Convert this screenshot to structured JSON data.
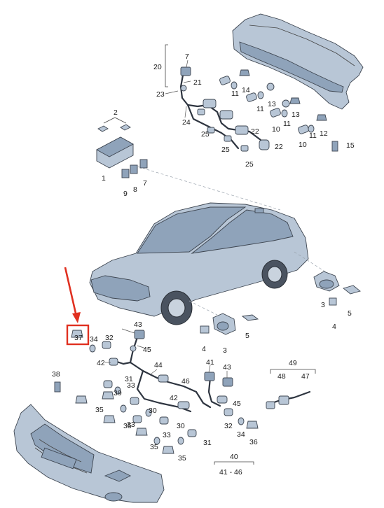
{
  "diagram": {
    "highlight_color": "#e03020",
    "highlighted_label": "37",
    "labels": {
      "l20": "20",
      "l7a": "7",
      "l21": "21",
      "l23": "23",
      "l24": "24",
      "l25a": "25",
      "l25b": "25",
      "l25c": "25",
      "l22a": "22",
      "l22b": "22",
      "l11a": "11",
      "l14": "14",
      "l13a": "13",
      "l11b": "11",
      "l13b": "13",
      "l11c": "11",
      "l10a": "10",
      "l11d": "11",
      "l12": "12",
      "l10b": "10",
      "l15": "15",
      "l2": "2",
      "l1": "1",
      "l9": "9",
      "l8": "8",
      "l7b": "7",
      "l3a": "3",
      "l4a": "4",
      "l5a": "5",
      "l43": "43",
      "l37": "37",
      "l34a": "34",
      "l32a": "32",
      "l45a": "45",
      "l42a": "42",
      "l4b": "4",
      "l3b": "3",
      "l5b": "5",
      "l44": "44",
      "l41": "41",
      "l46": "46",
      "l31": "31",
      "l43b": "43",
      "l38": "38",
      "l39": "39",
      "l35a": "35",
      "l33a": "33",
      "l30a": "30",
      "l42b": "42",
      "l45b": "45",
      "l35b": "35",
      "l33b": "33",
      "l30b": "30",
      "l32b": "32",
      "l35c": "35",
      "l33c": "33",
      "l31b": "31",
      "l35d": "35",
      "l34b": "34",
      "l36": "36",
      "l49": "49",
      "l48": "48",
      "l47": "47",
      "l40": "40",
      "l41_46": "41 - 46"
    }
  }
}
